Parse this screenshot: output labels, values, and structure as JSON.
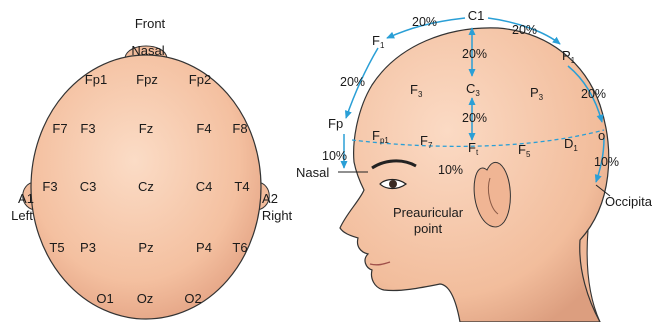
{
  "top_view": {
    "front": "Front",
    "nasal": "Nasal",
    "left": "Left",
    "right": "Right",
    "a1": "A1",
    "a2": "A2",
    "electrodes": {
      "fp1": "Fp1",
      "fpz": "Fpz",
      "fp2": "Fp2",
      "f7": "F7",
      "f3a": "F3",
      "fz": "Fz",
      "f4": "F4",
      "f8": "F8",
      "f3b": "F3",
      "c3": "C3",
      "cz": "Cz",
      "c4": "C4",
      "t4": "T4",
      "t5": "T5",
      "p3": "P3",
      "pz": "Pz",
      "p4": "P4",
      "t6": "T6",
      "o1": "O1",
      "oz": "Oz",
      "o2": "O2"
    }
  },
  "side_view": {
    "c1": "C1",
    "f1_main": "F",
    "f1_sub": "1",
    "p1_main": "P",
    "p1_sub": "1",
    "f3_main": "F",
    "f3_sub": "3",
    "c3_main": "C",
    "c3_sub": "3",
    "p3_main": "P",
    "p3_sub": "3",
    "fp": "Fp",
    "fp1_main": "F",
    "fp1_sub": "p1",
    "f7_main": "F",
    "f7_sub": "7",
    "ft_main": "F",
    "ft_sub": "t",
    "f5_main": "F",
    "f5_sub": "5",
    "d1_main": "D",
    "d1_sub": "1",
    "o": "o",
    "nasal": "Nasal",
    "occipita": "Occipita",
    "preauricular_line1": "Preauricular",
    "preauricular_line2": "point",
    "pct": {
      "a": "20%",
      "b": "20%",
      "c": "20%",
      "d": "20%",
      "e": "20%",
      "f": "20%",
      "g": "10%",
      "h": "10%",
      "i": "10%"
    }
  },
  "colors": {
    "skin": "#f6c6a6",
    "skin_shadow": "#d99a7c",
    "arrow": "#2a9fd6",
    "outline": "#1a1a1a"
  }
}
